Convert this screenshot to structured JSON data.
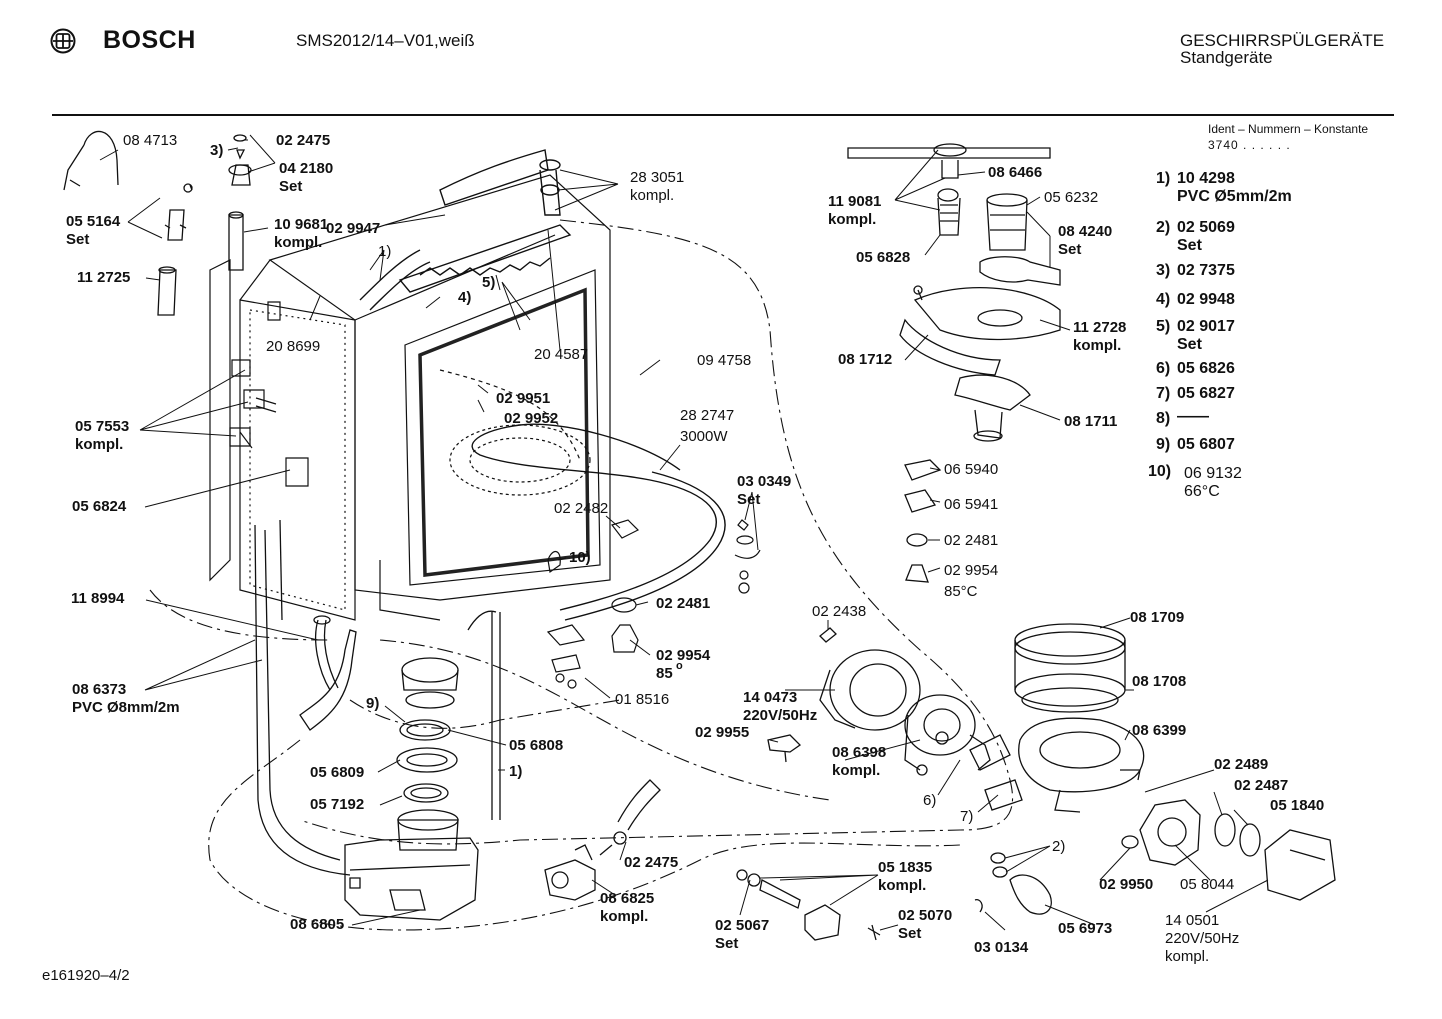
{
  "header": {
    "brand": "BOSCH",
    "model": "SMS2012/14–V01,weiß",
    "category": "GESCHIRRSPÜLGERÄTE",
    "subcategory": "Standgeräte",
    "footer_code": "e161920–4/2"
  },
  "ident": {
    "title": "Ident – Nummern – Konstante",
    "konstante": "3740 . . . . . .",
    "items": [
      {
        "num": "1)",
        "part": "10 4298",
        "note": "PVC Ø5mm/2m"
      },
      {
        "num": "2)",
        "part": "02 5069",
        "note": "Set"
      },
      {
        "num": "3)",
        "part": "02 7375",
        "note": ""
      },
      {
        "num": "4)",
        "part": "02 9948",
        "note": ""
      },
      {
        "num": "5)",
        "part": "02 9017",
        "note": "Set"
      },
      {
        "num": "6)",
        "part": "05 6826",
        "note": ""
      },
      {
        "num": "7)",
        "part": "05 6827",
        "note": ""
      },
      {
        "num": "8)",
        "part": "——",
        "note": ""
      },
      {
        "num": "9)",
        "part": "05 6807",
        "note": ""
      },
      {
        "num": "10)",
        "part": "06 9132",
        "note": "66°C"
      }
    ]
  },
  "labels": {
    "l084713": "08 4713",
    "l055164": "05 5164",
    "lset1": "Set",
    "l112725": "11 2725",
    "l022475a": "02 2475",
    "l3": "3)",
    "l042180": "04 2180",
    "lset2": "Set",
    "l109681": "10 9681",
    "lkompl1": "kompl.",
    "l029947": "02 9947",
    "l1a": "1)",
    "l208699": "20 8699",
    "l4": "4)",
    "l5": "5)",
    "l204587": "20 4587",
    "l283051": "28 3051",
    "lkompl2": "kompl.",
    "l094758": "09 4758",
    "l057553": "05 7553",
    "lkompl3": "kompl.",
    "l029951": "02 9951",
    "l029952": "02 9952",
    "l282747": "28 2747",
    "l3000w": "3000W",
    "l056824": "05 6824",
    "l022482": "02 2482",
    "l10": "10)",
    "l118994": "11 8994",
    "l022481a": "02 2481",
    "l029954a": "02 9954",
    "l85a": "85",
    "l85deg": "o",
    "l018516": "01 8516",
    "l086373": "08 6373",
    "lpvc8": "PVC Ø8mm/2m",
    "l9": "9)",
    "l056809": "05 6809",
    "l056808": "05 6808",
    "l057192": "05 7192",
    "l1b": "1)",
    "l022475b": "02 2475",
    "l086805": "08 6805",
    "l086825": "08 6825",
    "lkompl4": "kompl.",
    "l030349": "03 0349",
    "lset3": "Set",
    "l022438": "02 2438",
    "l140473": "14 0473",
    "l220v1": "220V/50Hz",
    "l029955": "02 9955",
    "l086398": "08 6398",
    "lkompl5": "kompl.",
    "l6": "6)",
    "l7": "7)",
    "l051835": "05 1835",
    "lkompl6": "kompl.",
    "l025067": "02 5067",
    "lset4": "Set",
    "l025070": "02 5070",
    "lset5": "Set",
    "l030134": "03 0134",
    "l2": "2)",
    "l056973": "05 6973",
    "l029950": "02 9950",
    "l058044": "05 8044",
    "l140501": "14 0501",
    "l220v2": "220V/50Hz",
    "lkompl7": "kompl.",
    "l022489": "02 2489",
    "l022487": "02 2487",
    "l051840": "05 1840",
    "l086399": "08 6399",
    "l081708": "08 1708",
    "l081709": "08 1709",
    "l029954b": "02 9954",
    "l85c": "85°C",
    "l022481b": "02 2481",
    "l065941": "06 5941",
    "l065940": "06 5940",
    "l081711": "08 1711",
    "l081712": "08 1712",
    "l112728": "11 2728",
    "lkompl8": "kompl.",
    "l119081": "11 9081",
    "lkompl9": "kompl.",
    "l086466": "08 6466",
    "l056232": "05 6232",
    "l084240": "08 4240",
    "lset6": "Set",
    "l056828": "05 6828"
  }
}
